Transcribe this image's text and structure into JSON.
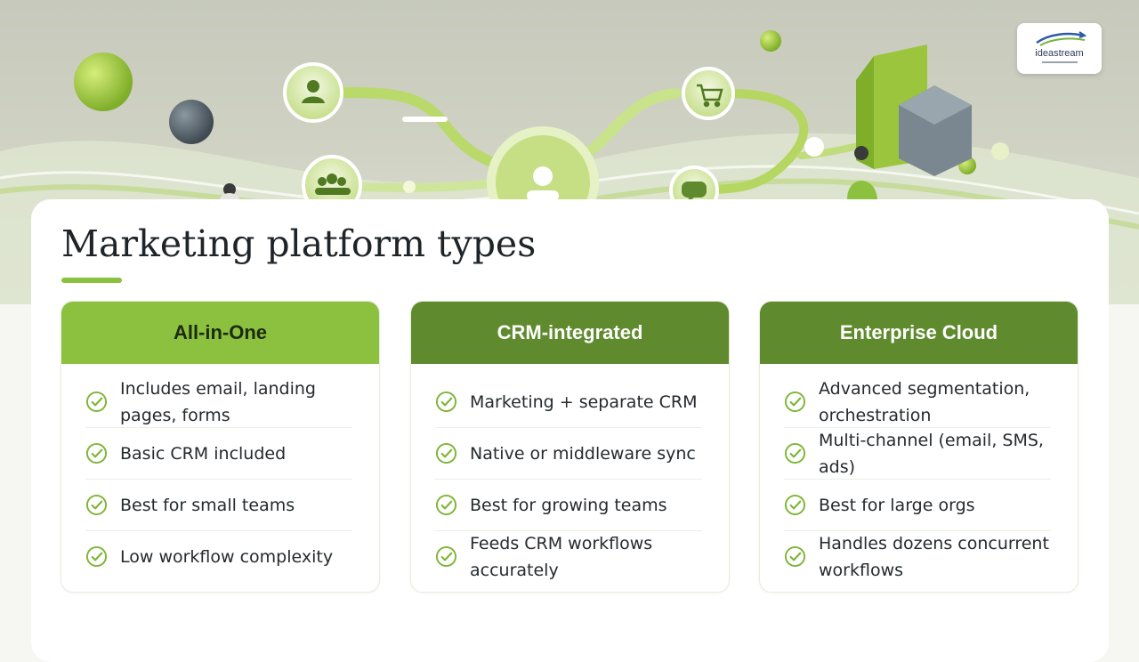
{
  "logo": {
    "name": "ideastream"
  },
  "slide": {
    "title": "Marketing platform types"
  },
  "columns": [
    {
      "heading": "All-in-One",
      "items": [
        "Includes email, landing pages, forms",
        "Basic CRM included",
        "Best for small teams",
        "Low workflow complexity"
      ]
    },
    {
      "heading": "CRM-integrated",
      "items": [
        "Marketing + separate CRM",
        "Native or middleware sync",
        "Best for growing teams",
        "Feeds CRM workflows accurately"
      ]
    },
    {
      "heading": "Enterprise Cloud",
      "items": [
        "Advanced segmentation, orchestration",
        "Multi-channel (email, SMS, ads)",
        "Best for large orgs",
        "Handles dozens concurrent workflows"
      ]
    }
  ],
  "colors": {
    "accent": "#8cc13f",
    "header_dark": "#5f8a2d",
    "check": "#7db536"
  },
  "icons": {
    "check": "check-circle-icon",
    "user": "user-icon",
    "cart": "shopping-cart-icon",
    "group": "group-icon",
    "chat": "chat-bubble-icon"
  }
}
